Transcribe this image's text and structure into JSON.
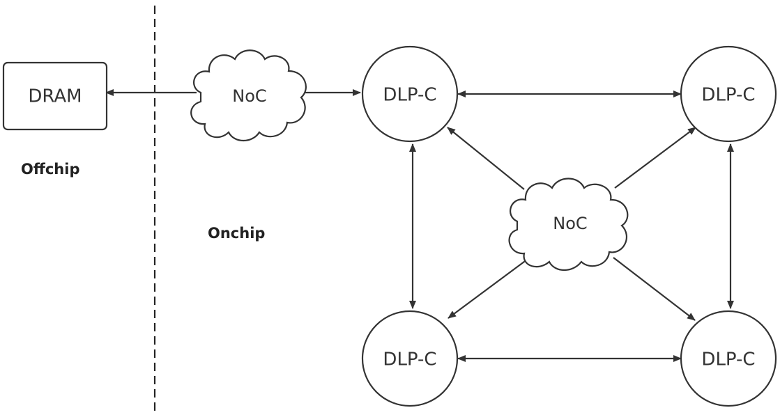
{
  "regions": {
    "offchip": "Offchip",
    "onchip": "Onchip"
  },
  "nodes": {
    "dram": "DRAM",
    "noc_top": "NoC",
    "noc_center": "NoC",
    "dlp_top_left": "DLP-C",
    "dlp_top_right": "DLP-C",
    "dlp_bottom_left": "DLP-C",
    "dlp_bottom_right": "DLP-C"
  },
  "edges": [
    {
      "from": "noc_top",
      "to": "dram",
      "direction": "forward"
    },
    {
      "from": "noc_top",
      "to": "dlp_top_left",
      "direction": "forward"
    },
    {
      "from": "dlp_top_left",
      "to": "dlp_top_right",
      "direction": "both"
    },
    {
      "from": "dlp_bottom_left",
      "to": "dlp_bottom_right",
      "direction": "both"
    },
    {
      "from": "dlp_top_left",
      "to": "dlp_bottom_left",
      "direction": "both"
    },
    {
      "from": "dlp_top_right",
      "to": "dlp_bottom_right",
      "direction": "both"
    },
    {
      "from": "noc_center",
      "to": "dlp_top_left",
      "direction": "forward"
    },
    {
      "from": "noc_center",
      "to": "dlp_top_right",
      "direction": "forward"
    },
    {
      "from": "noc_center",
      "to": "dlp_bottom_left",
      "direction": "forward"
    },
    {
      "from": "noc_center",
      "to": "dlp_bottom_right",
      "direction": "forward"
    }
  ]
}
